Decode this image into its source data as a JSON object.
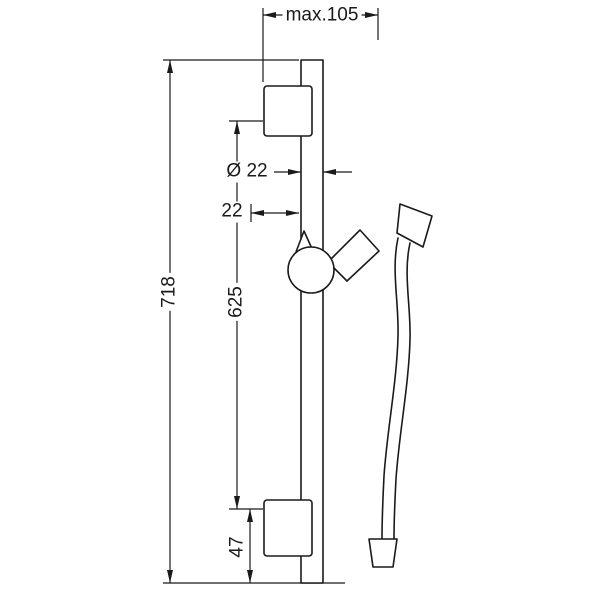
{
  "page": {
    "background": "#ffffff",
    "line_color": "#1a1a1a"
  },
  "drawing": {
    "labels": {
      "max_width": "max.105",
      "overall_height": "718",
      "bar_length": "625",
      "bar_diameter": "Ø 22",
      "holder_offset": "22",
      "bottom_offset": "47"
    }
  }
}
